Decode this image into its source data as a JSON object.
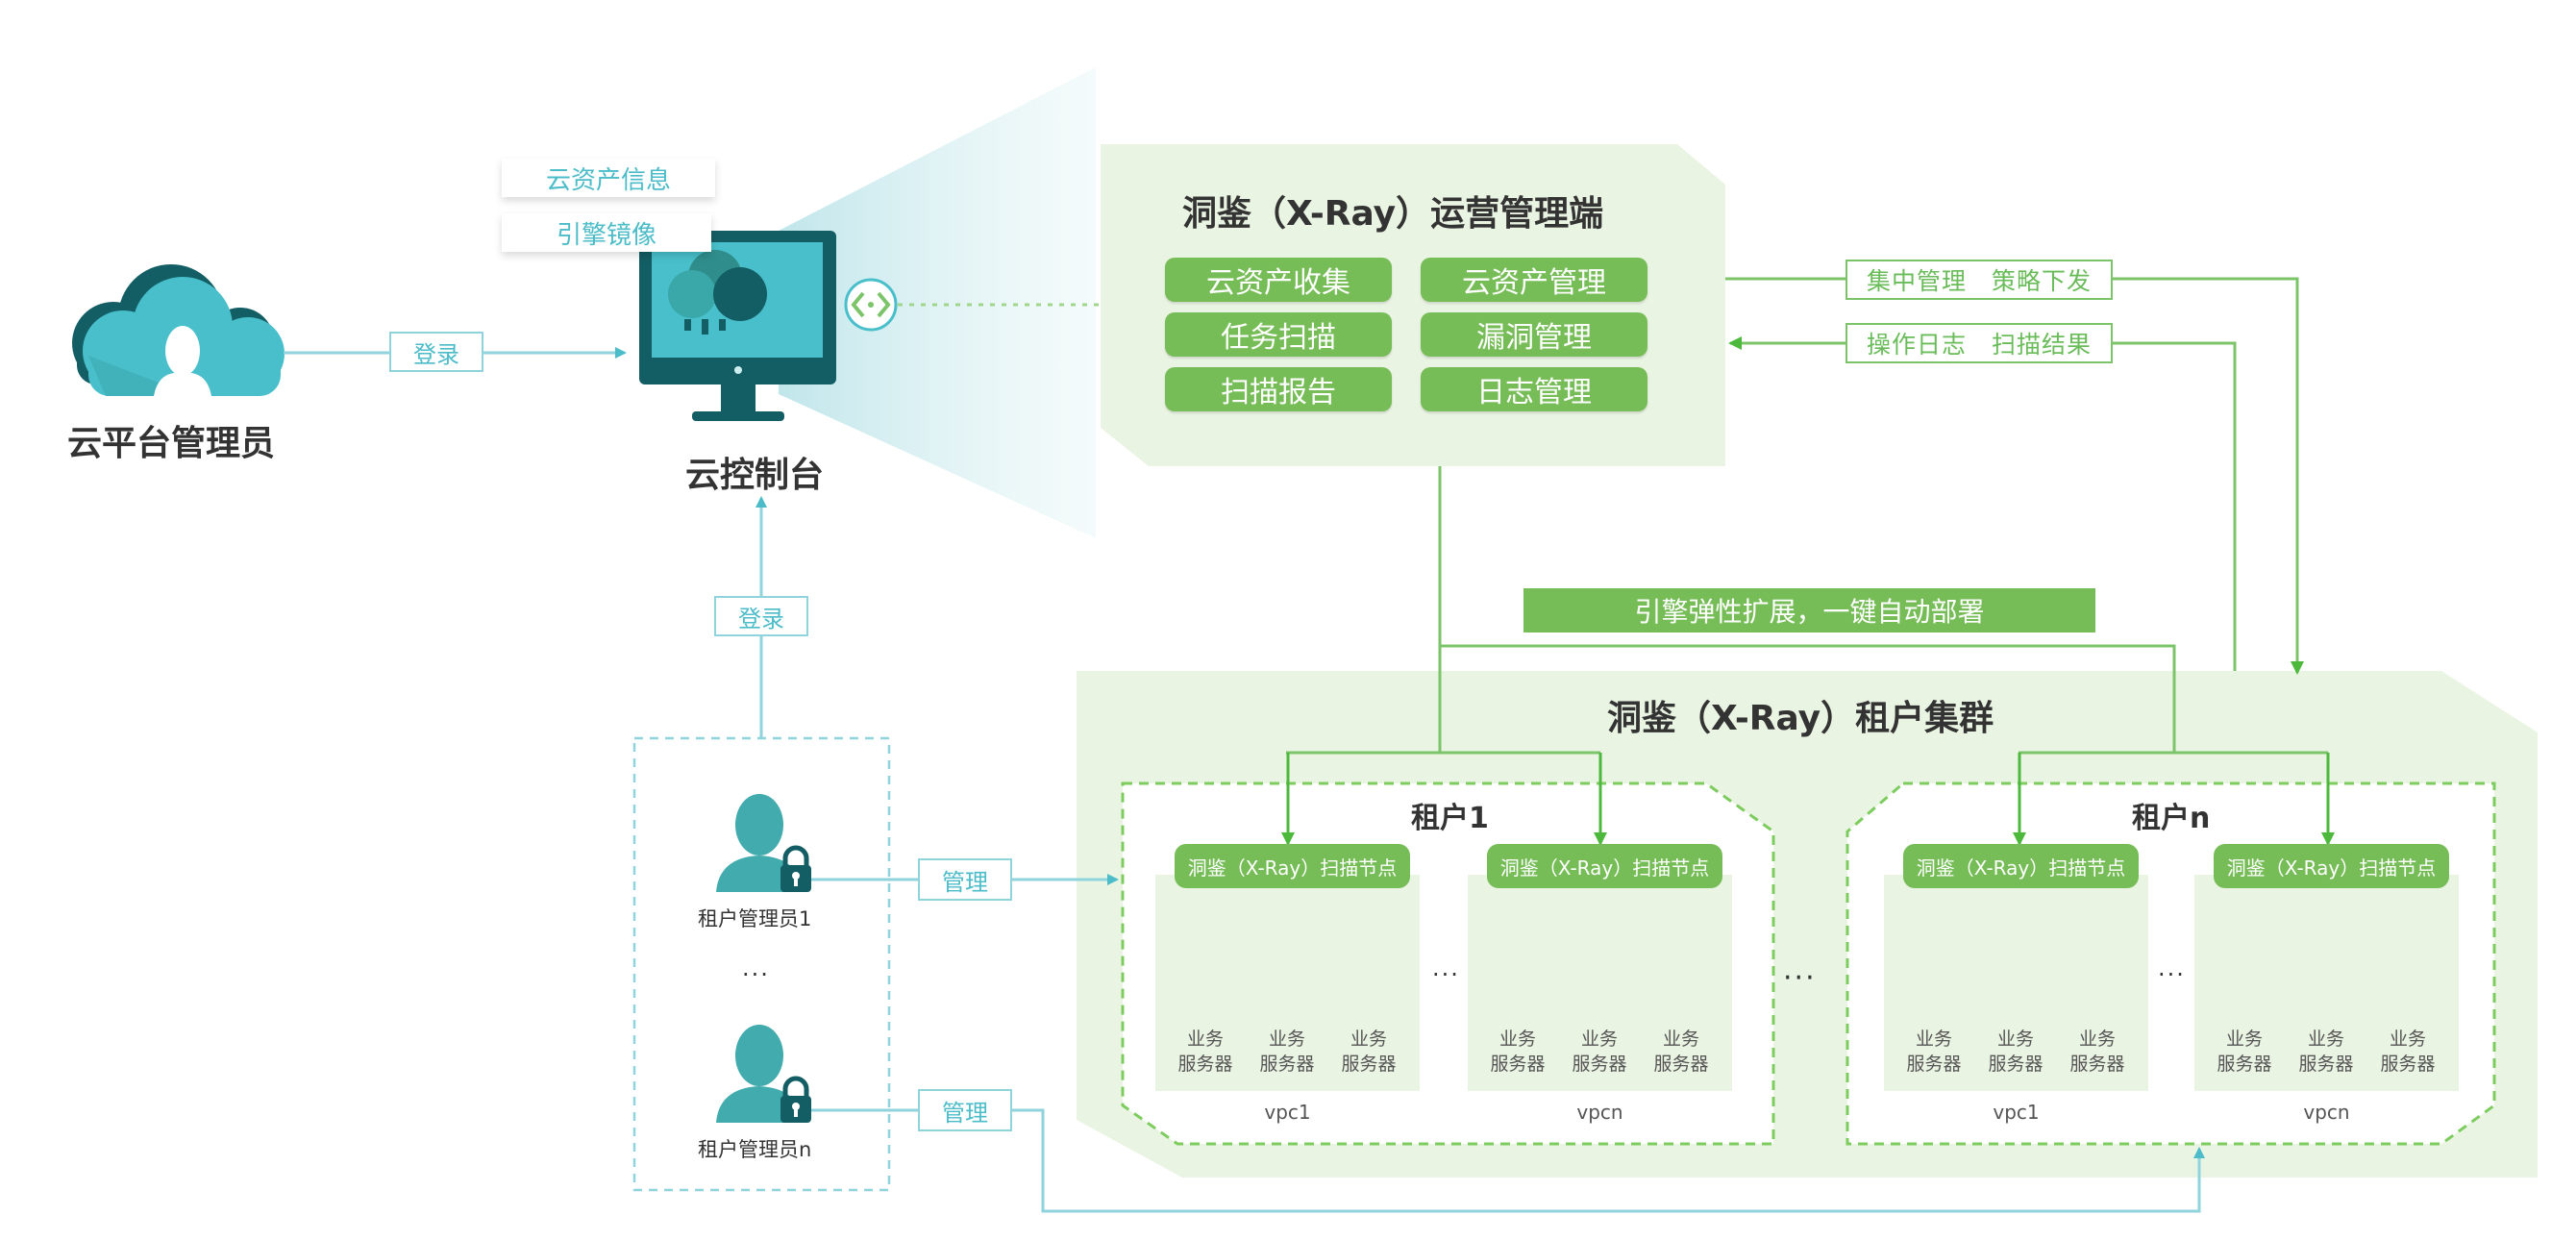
{
  "colors": {
    "teal": "#4bbcc8",
    "teal_dark": "#135e64",
    "green": "#76bd57",
    "green_line": "#5cbf4a",
    "panel_green": "#eaf4e3",
    "text_dark": "#333333"
  },
  "cloud_admin": {
    "label": "云平台管理员",
    "icon": "cloud-user-icon",
    "login_label": "登录"
  },
  "console": {
    "label": "云控制台",
    "icon": "monitor-cloud-icon",
    "tags": [
      "云资产信息",
      "引擎镜像"
    ],
    "connector_icon": "code-brackets-icon"
  },
  "ops_panel": {
    "title": "洞鉴（X-Ray）运营管理端",
    "functions": [
      [
        "云资产收集",
        "云资产管理"
      ],
      [
        "任务扫描",
        "漏洞管理"
      ],
      [
        "扫描报告",
        "日志管理"
      ]
    ],
    "downlink_label": "集中管理　策略下发",
    "uplink_label": "操作日志　扫描结果"
  },
  "engine_banner": "引擎弹性扩展，一键自动部署",
  "tenant_cluster": {
    "title": "洞鉴（X-Ray）租户集群",
    "between_tenants": "···",
    "tenants": [
      {
        "name": "租户1",
        "vpcs": [
          {
            "label": "vpc1",
            "node": "洞鉴（X-Ray）扫描节点",
            "servers": [
              "业务\n服务器",
              "业务\n服务器",
              "业务\n服务器"
            ]
          },
          {
            "label": "vpcn",
            "node": "洞鉴（X-Ray）扫描节点",
            "servers": [
              "业务\n服务器",
              "业务\n服务器",
              "业务\n服务器"
            ]
          }
        ],
        "between_vpcs": "···"
      },
      {
        "name": "租户n",
        "vpcs": [
          {
            "label": "vpc1",
            "node": "洞鉴（X-Ray）扫描节点",
            "servers": [
              "业务\n服务器",
              "业务\n服务器",
              "业务\n服务器"
            ]
          },
          {
            "label": "vpcn",
            "node": "洞鉴（X-Ray）扫描节点",
            "servers": [
              "业务\n服务器",
              "业务\n服务器",
              "业务\n服务器"
            ]
          }
        ],
        "between_vpcs": "···"
      }
    ]
  },
  "tenant_admins": {
    "login_label": "登录",
    "admins": [
      {
        "label": "租户管理员1",
        "manage_label": "管理"
      },
      {
        "label": "租户管理员n",
        "manage_label": "管理"
      }
    ],
    "ellipsis": "···"
  }
}
